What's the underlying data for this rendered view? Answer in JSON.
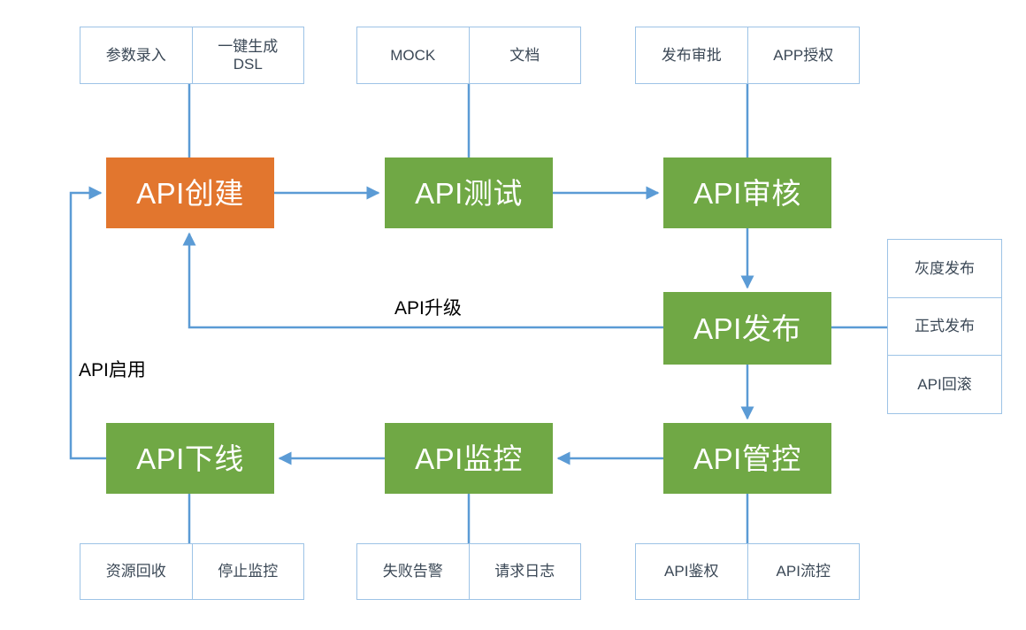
{
  "diagram": {
    "title": "API lifecycle flow",
    "colors": {
      "node_green": "#70A845",
      "node_orange": "#E2762E",
      "wire_blue": "#5B9BD5",
      "subbox_border": "#9DC3E6",
      "subbox_text": "#3B4856",
      "label_text": "#000000",
      "background": "#FFFFFF"
    },
    "nodes": [
      {
        "id": "api_create",
        "label": "API创建",
        "color": "orange"
      },
      {
        "id": "api_test",
        "label": "API测试",
        "color": "green"
      },
      {
        "id": "api_review",
        "label": "API审核",
        "color": "green"
      },
      {
        "id": "api_publish",
        "label": "API发布",
        "color": "green"
      },
      {
        "id": "api_govern",
        "label": "API管控",
        "color": "green"
      },
      {
        "id": "api_monitor",
        "label": "API监控",
        "color": "green"
      },
      {
        "id": "api_offline",
        "label": "API下线",
        "color": "green"
      }
    ],
    "subgroups": [
      {
        "id": "create_attrs",
        "owner": "api_create",
        "orientation": "horizontal",
        "cells": [
          "参数录入",
          "一键生成\nDSL"
        ]
      },
      {
        "id": "test_attrs",
        "owner": "api_test",
        "orientation": "horizontal",
        "cells": [
          "MOCK",
          "文档"
        ]
      },
      {
        "id": "review_attrs",
        "owner": "api_review",
        "orientation": "horizontal",
        "cells": [
          "发布审批",
          "APP授权"
        ]
      },
      {
        "id": "publish_attrs",
        "owner": "api_publish",
        "orientation": "vertical",
        "cells": [
          "灰度发布",
          "正式发布",
          "API回滚"
        ]
      },
      {
        "id": "offline_attrs",
        "owner": "api_offline",
        "orientation": "horizontal",
        "cells": [
          "资源回收",
          "停止监控"
        ]
      },
      {
        "id": "monitor_attrs",
        "owner": "api_monitor",
        "orientation": "horizontal",
        "cells": [
          "失败告警",
          "请求日志"
        ]
      },
      {
        "id": "govern_attrs",
        "owner": "api_govern",
        "orientation": "horizontal",
        "cells": [
          "API鉴权",
          "API流控"
        ]
      }
    ],
    "edge_labels": [
      {
        "id": "upgrade",
        "text": "API升级"
      },
      {
        "id": "enable",
        "text": "API启用"
      }
    ],
    "edges": [
      {
        "from": "api_create",
        "to": "api_test",
        "label": ""
      },
      {
        "from": "api_test",
        "to": "api_review",
        "label": ""
      },
      {
        "from": "api_review",
        "to": "api_publish",
        "label": ""
      },
      {
        "from": "api_publish",
        "to": "api_govern",
        "label": ""
      },
      {
        "from": "api_govern",
        "to": "api_monitor",
        "label": ""
      },
      {
        "from": "api_monitor",
        "to": "api_offline",
        "label": ""
      },
      {
        "from": "api_publish",
        "to": "api_create",
        "label": "API升级"
      },
      {
        "from": "api_offline",
        "to": "api_create",
        "label": "API启用"
      }
    ]
  }
}
